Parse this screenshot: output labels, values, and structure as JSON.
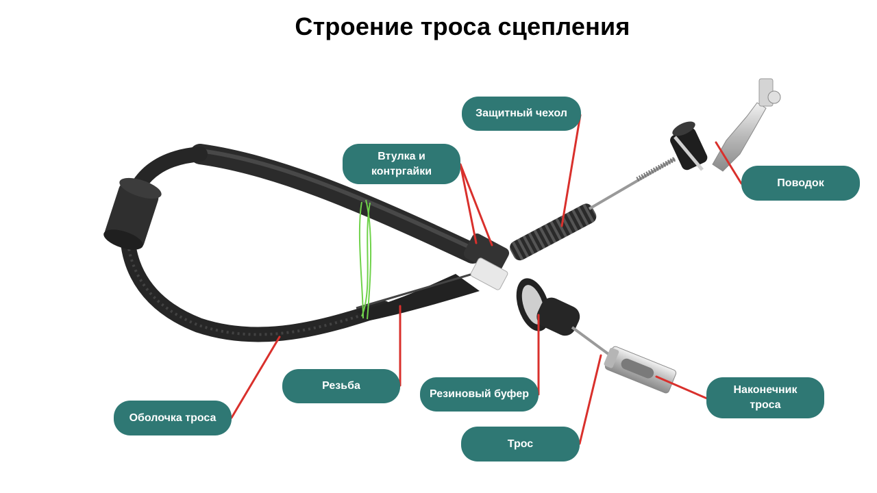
{
  "title": "Строение троса сцепления",
  "colors": {
    "callout_bg": "#2f7874",
    "callout_text": "#ffffff",
    "leader_line": "#d9302c",
    "binding_wire": "#6fd24a",
    "cable_body": "#2e2e2e"
  },
  "labels": {
    "protective_cover": "Защитный чехол",
    "bushing_locknuts": "Втулка и\nконтргайки",
    "lever": "Поводок",
    "thread": "Резьба",
    "rubber_buffer": "Резиновый буфер",
    "cable_sheath": "Оболочка троса",
    "cable_tip": "Наконечник\nтроса",
    "cable": "Трос"
  }
}
